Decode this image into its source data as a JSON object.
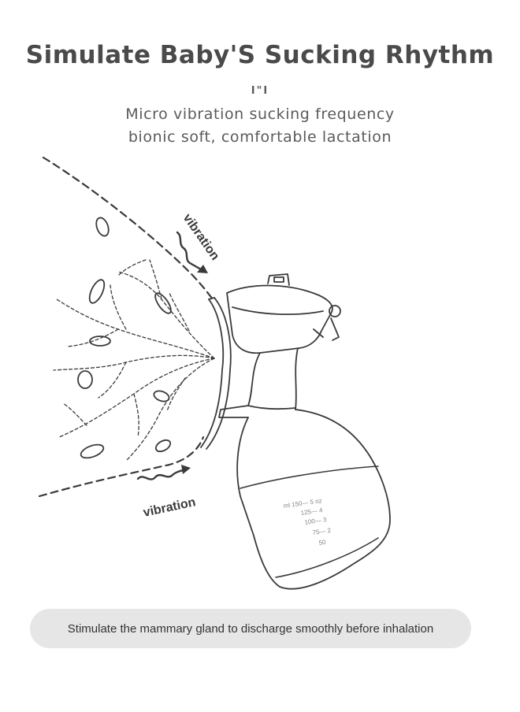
{
  "header": {
    "title": "Simulate Baby'S Sucking Rhythm",
    "mark": "I\"I",
    "subtitle_line1": "Micro vibration sucking frequency",
    "subtitle_line2": "bionic soft, comfortable lactation"
  },
  "illustration": {
    "label_top": "vibration",
    "label_bottom": "vibration",
    "scale_marks": [
      "ml 150— 5 oz",
      "125— 4",
      "100— 3",
      "75— 2",
      "50"
    ]
  },
  "caption": {
    "text": "Stimulate the mammary gland to discharge smoothly before inhalation"
  },
  "colors": {
    "title": "#4a4a4a",
    "text": "#5a5a5a",
    "line": "#3a3a3a",
    "pill": "#e6e6e6"
  }
}
